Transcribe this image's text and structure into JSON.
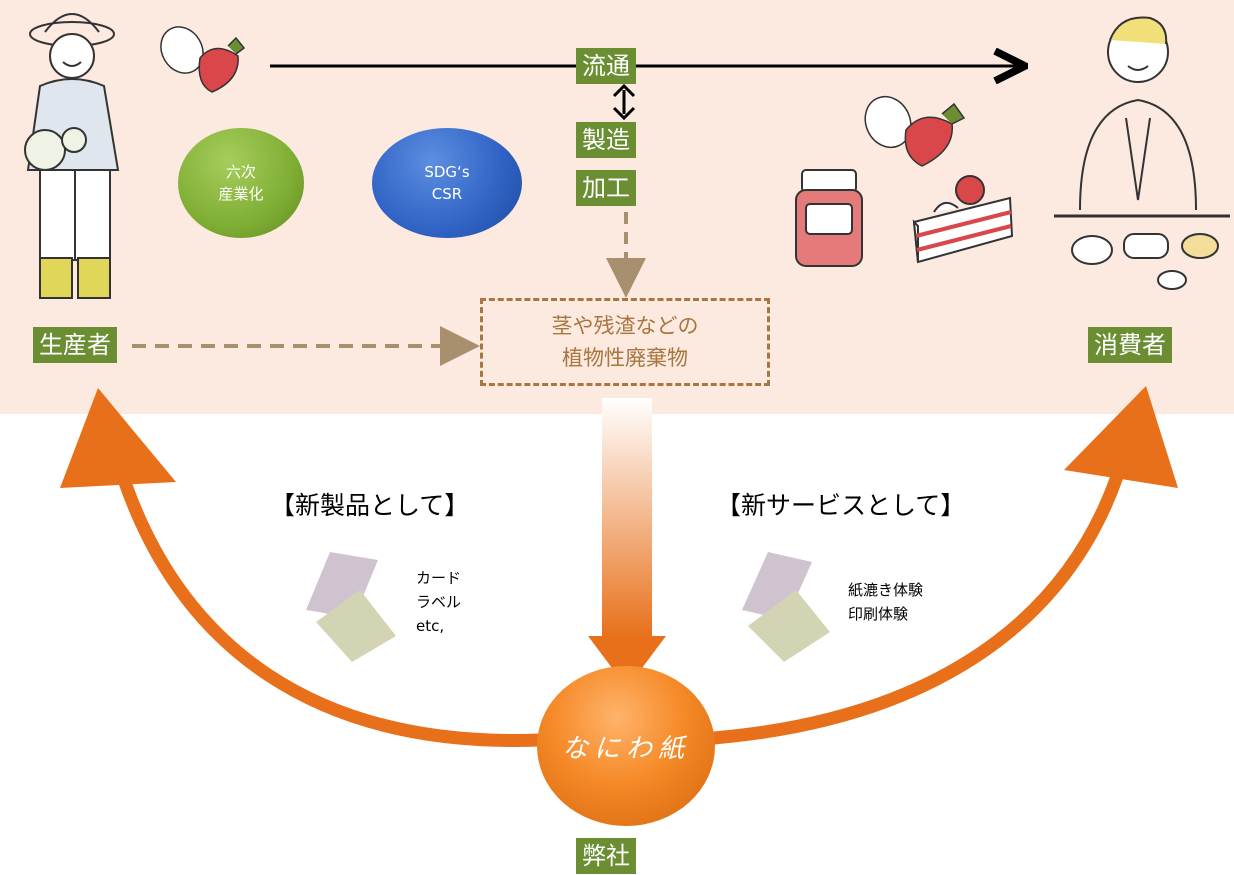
{
  "top": {
    "distribution": "流通",
    "manufacturing": "製造",
    "processing": "加工",
    "circle_green": {
      "line1": "六次",
      "line2": "産業化",
      "color": "#7fae34"
    },
    "circle_blue": {
      "line1": "SDG‘s",
      "line2": "CSR",
      "color": "#2f62c4"
    },
    "waste": {
      "line1": "茎や残渣などの",
      "line2": "植物性廃棄物"
    },
    "producer": "生産者",
    "consumer": "消費者"
  },
  "bottom": {
    "left_heading": "【新製品として】",
    "left_items": [
      "カード",
      "ラベル",
      "etc,"
    ],
    "right_heading": "【新サービスとして】",
    "right_items": [
      "紙漉き体験",
      "印刷体験"
    ],
    "brand": "なにわ紙",
    "company": "弊社"
  },
  "colors": {
    "accent_orange": "#e8701a",
    "label_green": "#6b8e33",
    "band": "#fce9df",
    "waste_brown": "#a8763f"
  },
  "icons": [
    "farmer-illustration",
    "strawberry-icon",
    "jam-jar-icon",
    "cake-icon",
    "consumer-illustration",
    "paper-sheets-icon"
  ]
}
